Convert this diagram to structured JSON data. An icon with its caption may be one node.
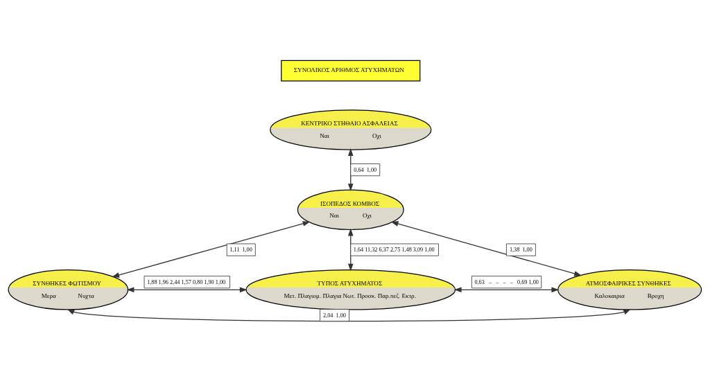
{
  "diagram": {
    "nodes": [
      {
        "text": [
          "ΣΥΝΟΛΙΚΟΣ ΑΡΙΘΜΟΣ ΑΤΥΧΗΜΑΤΩΝ"
        ]
      },
      {
        "text": [
          "ΚΕΝΤΡΙΚΟ ΣΤΗΘΑΙΟ ΑΣΦΑΛΕΙΑΣ",
          "Ναι",
          "Οχι"
        ]
      },
      {
        "text": [
          "ΙΣΟΠΕΔΟΣ ΚΟΜΒΟΣ",
          "Ναι",
          "Οχι"
        ]
      },
      {
        "text": [
          "ΣΥΝΘΗΚΕΣ ΦΩΤΙΣΜΟΥ",
          "Μερα",
          "Νυχτα"
        ]
      },
      {
        "text": [
          "ΤΥΠΟΣ ΑΤΥΧΗΜΑΤΟΣ",
          "Μετ. Πλαγιομ. Πλαγια Νωτ. Προσκ. Παρ.πεζ. Εκτρ."
        ]
      },
      {
        "text": [
          "ΑΤΜΟΣΦΑΙΡΙΚΕΣ ΣΥΝΘΗΚΕΣ",
          "Καλοκαιρια",
          "Βροχη"
        ]
      }
    ],
    "edges": [
      {
        "from": 1,
        "to": 2,
        "arrow": "both",
        "label": "0,64  1,00"
      },
      {
        "from": 2,
        "to": 3,
        "arrow": "both",
        "label": "1,11  1,00"
      },
      {
        "from": 2,
        "to": 4,
        "arrow": "both",
        "label": "1,64 11,32 6,37 2,75 1,48 3,09 1,00"
      },
      {
        "from": 2,
        "to": 5,
        "arrow": "both",
        "label": "1,38  1,00"
      },
      {
        "from": 3,
        "to": 4,
        "arrow": "both",
        "label": "1,88 1,96 2,44 1,57 0,80 1,90 1,00"
      },
      {
        "from": 4,
        "to": 5,
        "arrow": "both",
        "label": "0,63   –   –   –   –   0,69 1,00"
      },
      {
        "from": 3,
        "to": 5,
        "arrow": "both",
        "label": "2,04  1,00"
      }
    ]
  }
}
